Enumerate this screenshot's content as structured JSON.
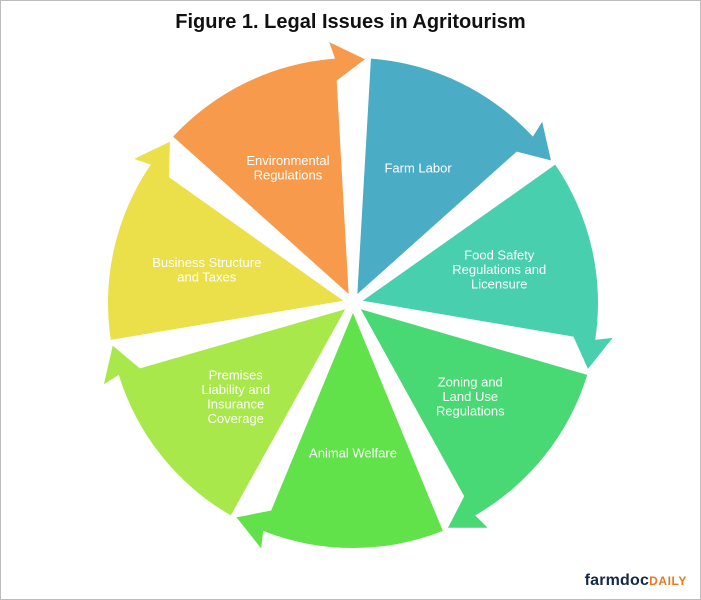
{
  "title": "Figure 1. Legal Issues in Agritourism",
  "segments": [
    {
      "id": "farm-labor",
      "lines": [
        "Farm Labor"
      ],
      "color": "#4bacc6"
    },
    {
      "id": "food-safety",
      "lines": [
        "Food Safety",
        "Regulations and",
        "Licensure"
      ],
      "color": "#48cfad"
    },
    {
      "id": "zoning",
      "lines": [
        "Zoning and",
        "Land Use",
        "Regulations"
      ],
      "color": "#48d874"
    },
    {
      "id": "animal-welfare",
      "lines": [
        "Animal Welfare"
      ],
      "color": "#61e14a"
    },
    {
      "id": "premises-liability",
      "lines": [
        "Premises",
        "Liability and",
        "Insurance",
        "Coverage"
      ],
      "color": "#a9e84a"
    },
    {
      "id": "business-structure",
      "lines": [
        "Business Structure",
        "and Taxes"
      ],
      "color": "#ebdf4a"
    },
    {
      "id": "environmental",
      "lines": [
        "Environmental",
        "Regulations"
      ],
      "color": "#f79a4b"
    }
  ],
  "logo": {
    "part1": "farmdoc",
    "part2": "DAILY"
  }
}
